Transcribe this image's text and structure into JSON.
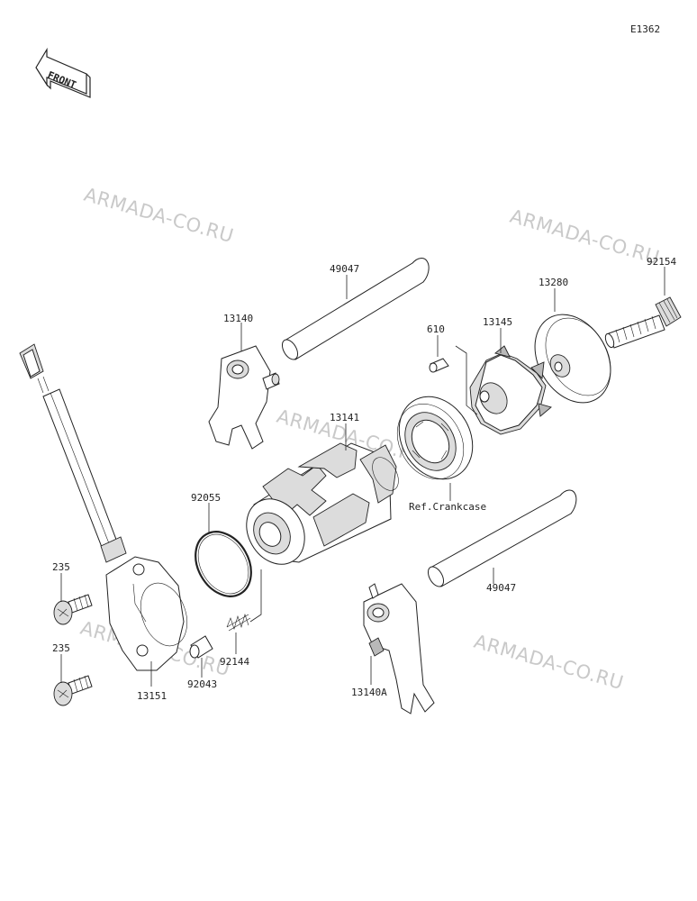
{
  "diagram_code": "E1362",
  "front_label": "FRONT",
  "watermark": "ARMADA-CO.RU",
  "labels": {
    "p49047_top": "49047",
    "p92154": "92154",
    "p13280": "13280",
    "p13140": "13140",
    "p610": "610",
    "p13145": "13145",
    "p13141": "13141",
    "ref_crankcase": "Ref.Crankcase",
    "p92055": "92055",
    "p49047_bottom": "49047",
    "p235_top": "235",
    "p235_bottom": "235",
    "p13151": "13151",
    "p92043": "92043",
    "p92144": "92144",
    "p13140A": "13140A"
  }
}
